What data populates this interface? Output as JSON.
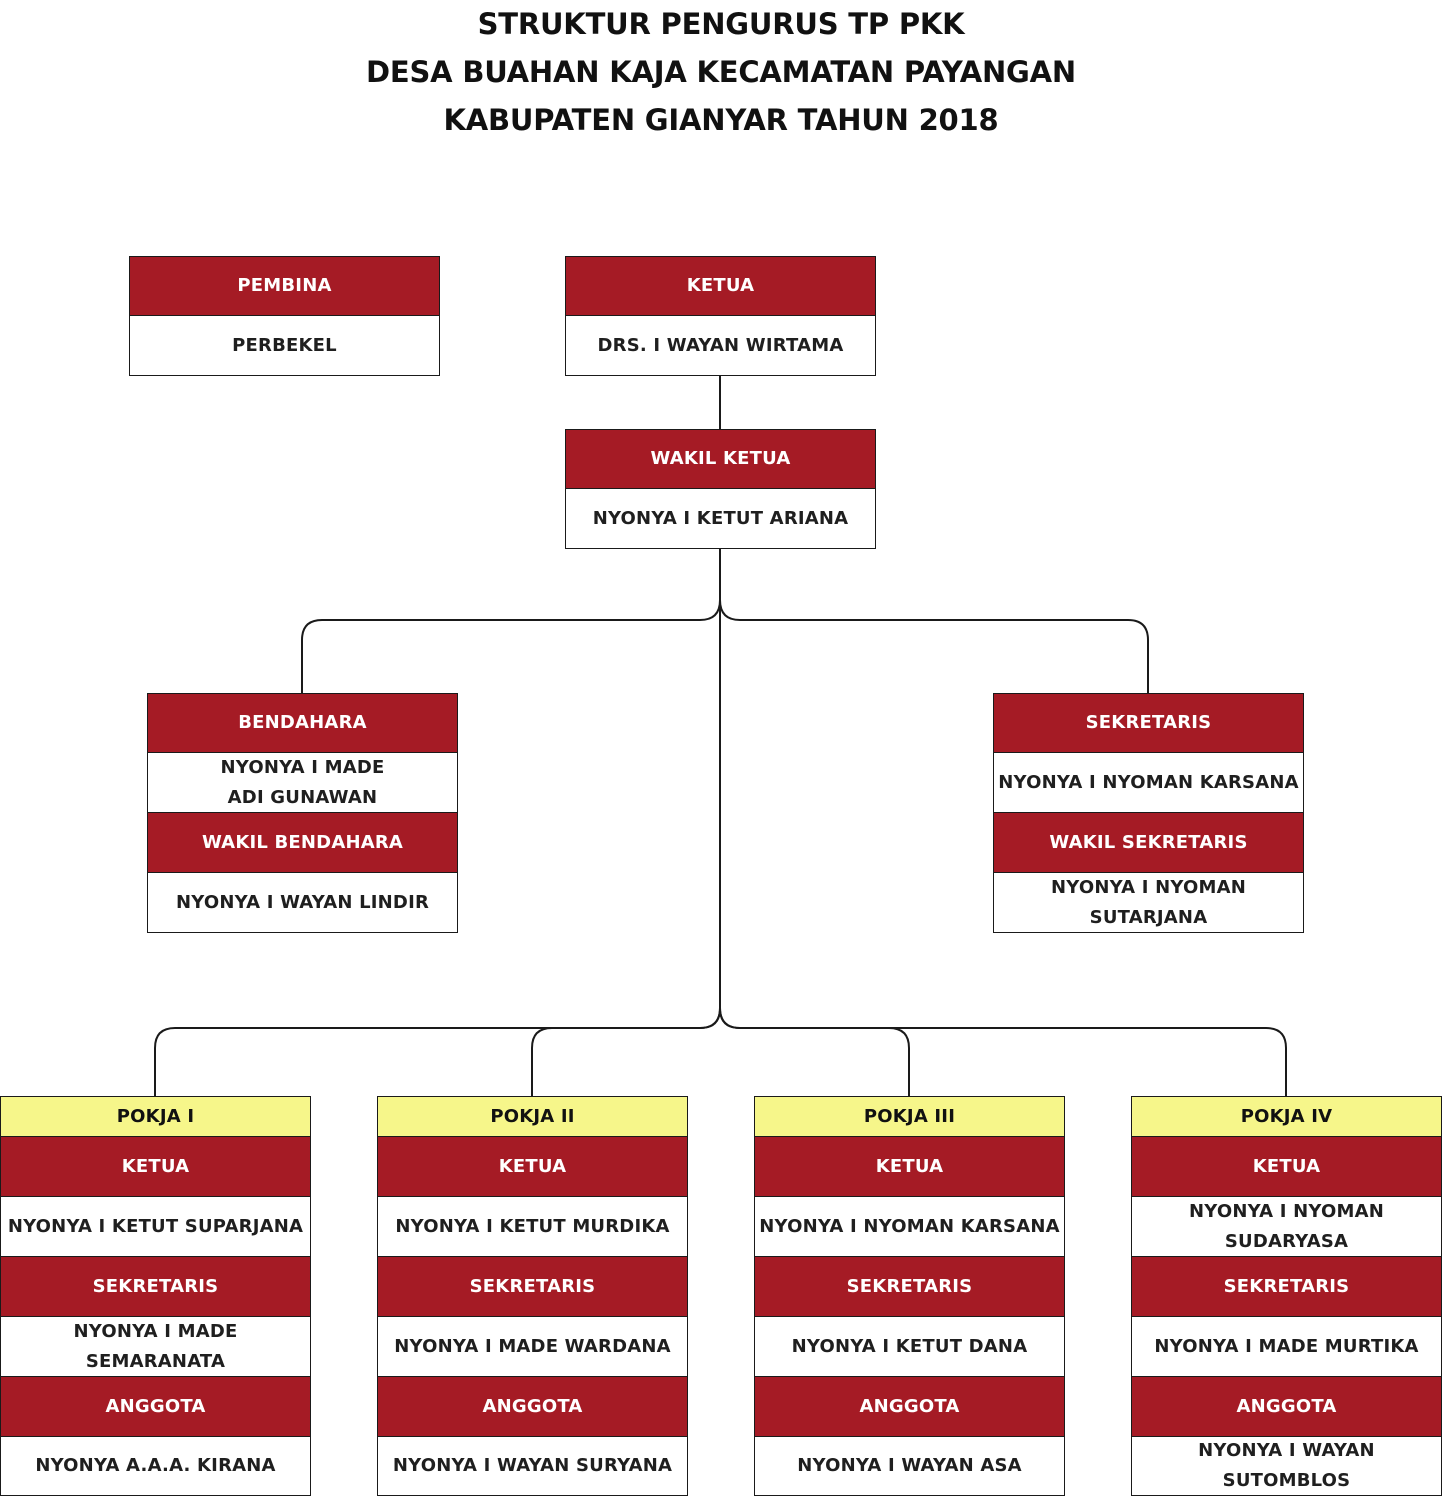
{
  "title": {
    "line1": "STRUKTUR PENGURUS TP PKK",
    "line2": "DESA BUAHAN KAJA KECAMATAN PAYANGAN",
    "line3": "KABUPATEN GIANYAR TAHUN 2018"
  },
  "pembina": {
    "label": "PEMBINA",
    "name": "PERBEKEL"
  },
  "ketua": {
    "label": "KETUA",
    "name": "DRS. I WAYAN WIRTAMA"
  },
  "wakil_ketua": {
    "label": "WAKIL KETUA",
    "name": "NYONYA I KETUT ARIANA"
  },
  "bendahara": {
    "label": "BENDAHARA",
    "name_line1": "NYONYA I MADE",
    "name_line2": "ADI GUNAWAN",
    "wakil_label": "WAKIL BENDAHARA",
    "wakil_name": "NYONYA I WAYAN LINDIR"
  },
  "sekretaris": {
    "label": "SEKRETARIS",
    "name": "NYONYA I NYOMAN KARSANA",
    "wakil_label": "WAKIL SEKRETARIS",
    "wakil_name_line1": "NYONYA I NYOMAN",
    "wakil_name_line2": "SUTARJANA"
  },
  "pokja": [
    {
      "title": "POKJA I",
      "ketua_label": "KETUA",
      "ketua_line1": "NYONYA I KETUT SUPARJANA",
      "ketua_line2": "",
      "sekretaris_label": "SEKRETARIS",
      "sekretaris": "NYONYA I MADE SEMARANATA",
      "anggota_label": "ANGGOTA",
      "anggota": "NYONYA A.A.A. KIRANA"
    },
    {
      "title": "POKJA II",
      "ketua_label": "KETUA",
      "ketua_line1": "NYONYA I KETUT MURDIKA",
      "ketua_line2": "",
      "sekretaris_label": "SEKRETARIS",
      "sekretaris": "NYONYA I MADE WARDANA",
      "anggota_label": "ANGGOTA",
      "anggota": "NYONYA I WAYAN SURYANA"
    },
    {
      "title": "POKJA III",
      "ketua_label": "KETUA",
      "ketua_line1": "NYONYA I NYOMAN KARSANA",
      "ketua_line2": "",
      "sekretaris_label": "SEKRETARIS",
      "sekretaris": "NYONYA I KETUT DANA",
      "anggota_label": "ANGGOTA",
      "anggota": "NYONYA I WAYAN ASA"
    },
    {
      "title": "POKJA IV",
      "ketua_label": "KETUA",
      "ketua_line1": "NYONYA I NYOMAN",
      "ketua_line2": "SUDARYASA",
      "sekretaris_label": "SEKRETARIS",
      "sekretaris": "NYONYA I MADE MURTIKA",
      "anggota_label": "ANGGOTA",
      "anggota": "NYONYA I WAYAN SUTOMBLOS"
    }
  ]
}
